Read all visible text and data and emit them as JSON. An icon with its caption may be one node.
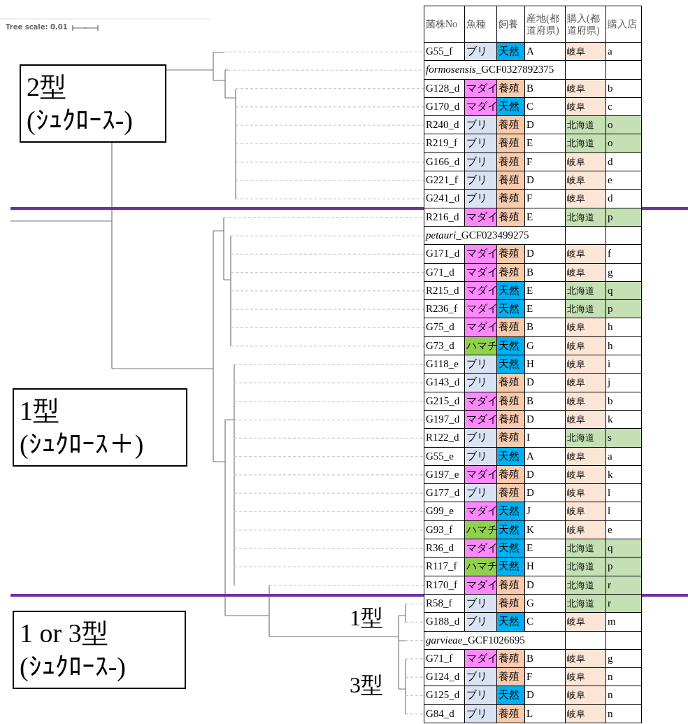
{
  "diagram": {
    "nodes": [
      {
        "text": [
          "2型 (ｼｭｸﾛｰｽ-)"
        ]
      },
      {
        "text": [
          "1型 (ｼｭｸﾛｰｽ＋)"
        ]
      },
      {
        "text": [
          "1 or 3型 (ｼｭｸﾛｰｽ-)"
        ]
      }
    ],
    "labels": [
      "Tree scale: 0.01",
      "菌株No",
      "魚種",
      "飼養",
      "産地(都道府県)",
      "購入(都道府県)",
      "購入店",
      "G55_f",
      "ブリ",
      "天然",
      "A",
      "岐阜",
      "a",
      "formosensis_GCF0327892375",
      "G128_d",
      "マダイ",
      "養殖",
      "B",
      "岐阜",
      "b",
      "G170_d",
      "マダイ",
      "天然",
      "C",
      "岐阜",
      "c",
      "R240_d",
      "ブリ",
      "養殖",
      "D",
      "北海道",
      "o",
      "R219_f",
      "ブリ",
      "養殖",
      "E",
      "北海道",
      "o",
      "G166_d",
      "ブリ",
      "養殖",
      "F",
      "岐阜",
      "d",
      "G221_f",
      "ブリ",
      "養殖",
      "D",
      "岐阜",
      "e",
      "G241_d",
      "ブリ",
      "養殖",
      "F",
      "岐阜",
      "d",
      "R216_d",
      "マダイ",
      "養殖",
      "E",
      "北海道",
      "p",
      "petauri_GCF023499275",
      "G171_d",
      "マダイ",
      "養殖",
      "D",
      "岐阜",
      "f",
      "G71_d",
      "マダイ",
      "養殖",
      "B",
      "岐阜",
      "g",
      "R215_d",
      "マダイ",
      "天然",
      "E",
      "北海道",
      "q",
      "R236_f",
      "マダイ",
      "天然",
      "E",
      "北海道",
      "p",
      "G75_d",
      "マダイ",
      "養殖",
      "B",
      "岐阜",
      "h",
      "G73_d",
      "ハマチ",
      "天然",
      "G",
      "岐阜",
      "h",
      "G118_e",
      "ブリ",
      "天然",
      "H",
      "岐阜",
      "i",
      "G143_d",
      "ブリ",
      "養殖",
      "D",
      "岐阜",
      "j",
      "G215_d",
      "マダイ",
      "養殖",
      "B",
      "岐阜",
      "b",
      "G197_d",
      "マダイ",
      "養殖",
      "D",
      "岐阜",
      "k",
      "R122_d",
      "ブリ",
      "養殖",
      "I",
      "北海道",
      "s",
      "G55_e",
      "ブリ",
      "天然",
      "A",
      "岐阜",
      "a",
      "G197_e",
      "マダイ",
      "養殖",
      "D",
      "岐阜",
      "k",
      "G177_d",
      "ブリ",
      "養殖",
      "D",
      "岐阜",
      "l",
      "G99_e",
      "マダイ",
      "天然",
      "J",
      "岐阜",
      "l",
      "G93_f",
      "ハマチ",
      "天然",
      "K",
      "岐阜",
      "e",
      "R36_d",
      "マダイ",
      "天然",
      "E",
      "北海道",
      "q",
      "R117_f",
      "ハマチ",
      "天然",
      "H",
      "北海道",
      "p",
      "R170_f",
      "マダイ",
      "養殖",
      "D",
      "北海道",
      "r",
      "R58_f",
      "ブリ",
      "養殖",
      "G",
      "北海道",
      "r",
      "G188_d",
      "ブリ",
      "天然",
      "C",
      "岐阜",
      "m",
      "garvieae_GCF1026695",
      "G71_f",
      "マダイ",
      "養殖",
      "B",
      "岐阜",
      "g",
      "G124_d",
      "ブリ",
      "養殖",
      "F",
      "岐阜",
      "n",
      "G125_d",
      "ブリ",
      "天然",
      "D",
      "岐阜",
      "n",
      "G84_d",
      "ブリ",
      "養殖",
      "L",
      "岐阜",
      "n",
      "1型",
      "3型"
    ]
  }
}
